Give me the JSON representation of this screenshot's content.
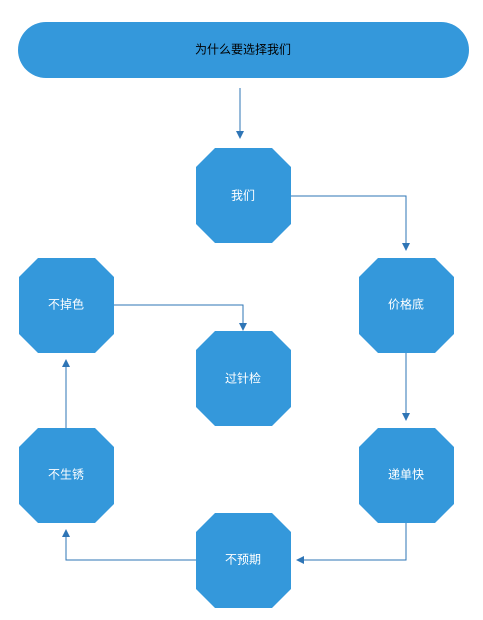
{
  "title": "为什么要选择我们",
  "nodes": {
    "us": "我们",
    "low_price": "价格底",
    "fast_delivery": "递单快",
    "no_expiry": "不预期",
    "no_rust": "不生锈",
    "no_fade": "不掉色",
    "needle_check": "过针检"
  },
  "colors": {
    "fill": "#3498DB",
    "line": "#2E75B6",
    "background": "#FFFFFF"
  }
}
